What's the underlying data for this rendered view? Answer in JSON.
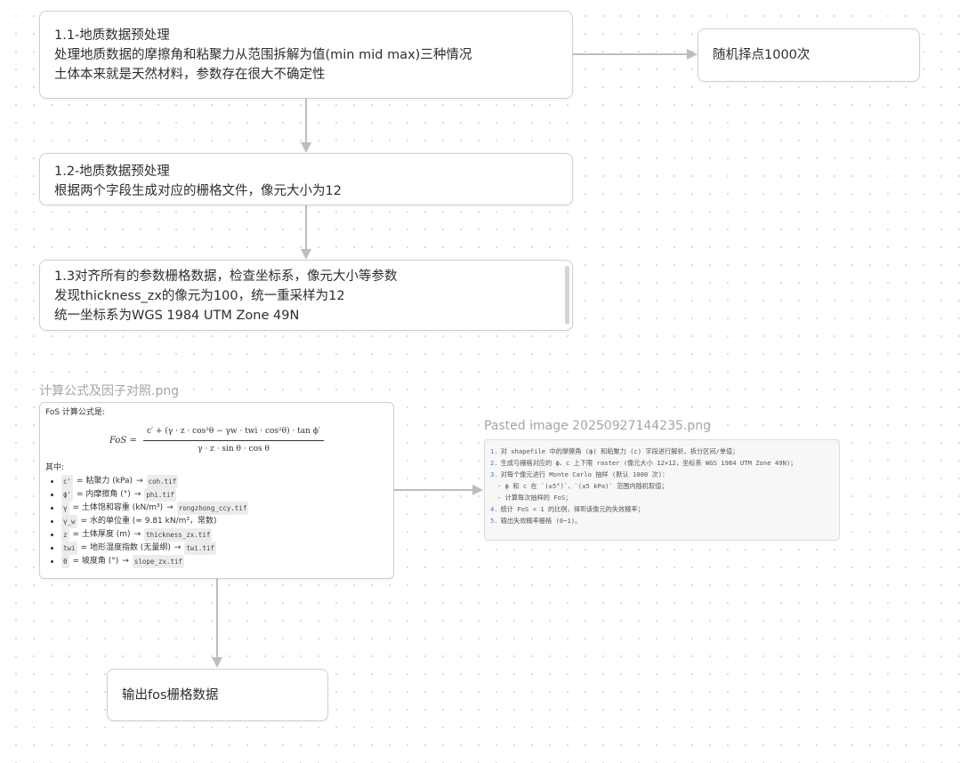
{
  "canvas": {
    "edge_color": "#bdbdbd",
    "node_border_color": "#cfcfcf"
  },
  "nodes": {
    "step1_1": {
      "lines": [
        "1.1-地质数据预处理",
        "处理地质数据的摩擦角和粘聚力从范围拆解为值(min mid max)三种情况",
        "土体本来就是天然材料，参数存在很大不确定性"
      ]
    },
    "random_sample": {
      "lines": [
        "随机择点1000次"
      ]
    },
    "step1_2": {
      "lines": [
        "1.2-地质数据预处理",
        "根据两个字段生成对应的栅格文件，像元大小为12"
      ]
    },
    "step1_3": {
      "lines": [
        "1.3对齐所有的参数栅格数据，检查坐标系，像元大小等参数",
        "发现thickness_zx的像元为100，统一重采样为12",
        "统一坐标系为WGS 1984 UTM Zone 49N"
      ]
    },
    "output": {
      "lines": [
        "输出fos栅格数据"
      ]
    }
  },
  "formula_image": {
    "title": "计算公式及因子对照.png",
    "heading": "FoS 计算公式是:",
    "formula_lhs": "FoS =",
    "formula_numerator": "c′ + (γ · z · cos²θ − γw · twi · cos²θ) · tan ϕ′",
    "formula_denominator": "γ · z · sin θ · cos θ",
    "where_label": "其中:",
    "arrow": "→",
    "factors": [
      {
        "symbol": "c'",
        "desc": "= 粘聚力 (kPa)",
        "file": "coh.tif"
      },
      {
        "symbol": "ϕ'",
        "desc": "= 内摩擦角 (°)",
        "file": "phi.tif"
      },
      {
        "symbol": "γ",
        "desc": "= 土体饱和容重 (kN/m³)",
        "file": "rongzhong_ccy.tif"
      },
      {
        "symbol": "γ_w",
        "desc": "= 水的单位重 (≈ 9.81 kN/m³，常数)",
        "file": ""
      },
      {
        "symbol": "z",
        "desc": "= 土体厚度 (m)",
        "file": "thickness_zx.tif"
      },
      {
        "symbol": "twi",
        "desc": "= 地形湿度指数 (无量纲)",
        "file": "twi.tif"
      },
      {
        "symbol": "θ",
        "desc": "= 坡度角 (°)",
        "file": "slope_zx.tif"
      }
    ]
  },
  "pasted_image": {
    "title": "Pasted image 20250927144235.png",
    "lines": [
      {
        "num": "1.",
        "text": "对 shapefile 中的摩擦角 (ϕ) 和粘聚力 (c) 字段进行解析，拆分区间/单值；"
      },
      {
        "num": "2.",
        "text": "生成与栅格对应的 ϕ、c 上下限 raster (像元大小 12×12，坐标系 WGS 1984 UTM Zone 49N)；"
      },
      {
        "num": "3.",
        "text": "对每个像元进行 Monte Carlo 抽样 (默认 1000 次)："
      },
      {
        "num": "",
        "text": "  - ϕ 和 c 在 `(±5°)`、`(±5 kPa)` 范围内随机取值；"
      },
      {
        "num": "",
        "text": "  - 计算每次抽样的 FoS；"
      },
      {
        "num": "4.",
        "text": "统计 FoS < 1 的比例，得到该像元的失效概率；"
      },
      {
        "num": "5.",
        "text": "输出失效概率栅格 (0~1)。"
      }
    ]
  }
}
